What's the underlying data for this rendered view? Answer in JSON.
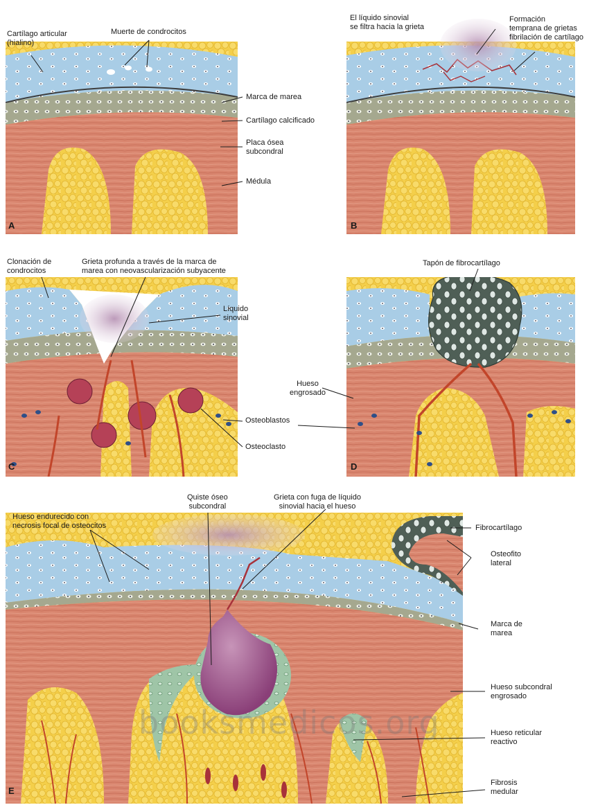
{
  "panels": {
    "A": {
      "letter": "A",
      "labels": {
        "cartilago_articular": "Cartílago articular\n(hialino)",
        "muerte_condrocitos": "Muerte de condrocitos",
        "marca_marea": "Marca de marea",
        "cartilago_calcificado": "Cartílago calcificado",
        "placa_osea": "Placa ósea\nsubcondral",
        "medula": "Médula"
      }
    },
    "B": {
      "letter": "B",
      "labels": {
        "liquido_filtra": "El líquido sinovial\nse filtra hacia la grieta",
        "formacion_grietas": "Formación\ntemprana de grietas\nfibrilación de cartílago"
      }
    },
    "C": {
      "letter": "C",
      "labels": {
        "clonacion": "Clonación de\ncondrocitos",
        "grieta_profunda": "Grieta profunda a través de la marca de\nmarea con neovascularización subyacente",
        "liquido_sinovial": "Líquido\nsinovial",
        "osteoblastos": "Osteoblastos",
        "osteoclasto": "Osteoclasto"
      }
    },
    "D": {
      "letter": "D",
      "labels": {
        "tapon": "Tapón de fibrocartílago",
        "hueso_engrosado": "Hueso\nengrosado"
      }
    },
    "E": {
      "letter": "E",
      "labels": {
        "hueso_endurecido": "Hueso endurecido con\nnecrosis focal de osteocitos",
        "quiste": "Quiste óseo\nsubcondral",
        "grieta_fuga": "Grieta con fuga de líquido\nsinovial hacia el hueso",
        "fibrocartilago": "Fibrocartílago",
        "osteofito": "Osteofito\nlateral",
        "marca_marea": "Marca de\nmarea",
        "hueso_subcondral": "Hueso subcondral\nengrosado",
        "hueso_reticular": "Hueso reticular\nreactivo",
        "fibrosis": "Fibrosis\nmedular"
      }
    }
  },
  "watermark": "booksmedicos.org",
  "colors": {
    "cartilage": "#a9cde6",
    "calcified": "#a5a88f",
    "bone": "#d9866f",
    "marrow": "#f4cf4a",
    "vessel": "#c2452a",
    "osteoclast": "#b54157",
    "osteoblast": "#2f4f88",
    "fibrocartilage": "#4f5f56",
    "synovial": "#c9a7c3",
    "cyst": "#a45d92",
    "reticular": "#9fc5a7"
  }
}
